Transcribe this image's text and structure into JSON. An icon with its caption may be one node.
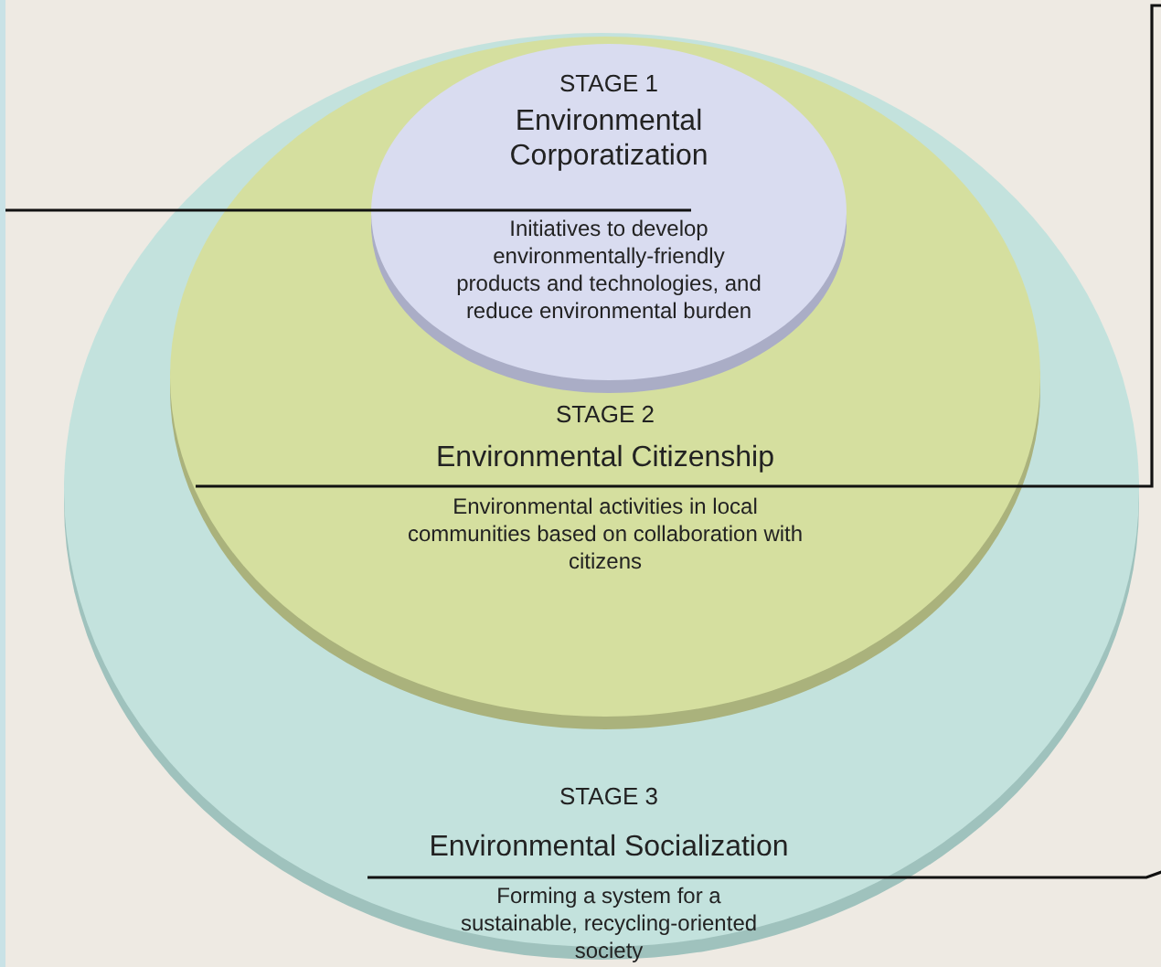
{
  "diagram": {
    "nodes": [
      {
        "text": [
          "STAGE 3",
          "Environmental Socialization",
          "Forming a system for a sustainable, recycling-oriented society"
        ]
      },
      {
        "text": [
          "STAGE 2",
          "Environmental Citizenship",
          "Environmental activities in local communities based on collaboration with citizens"
        ],
        "in": 0
      },
      {
        "text": [
          "STAGE 1",
          "Environmental Corporatization",
          "Initiatives to develop environmentally-friendly products and technologies, and reduce environmental burden"
        ],
        "in": 1
      }
    ],
    "edges": [
      {
        "from": 2,
        "to": null,
        "arrow": "none"
      },
      {
        "from": 1,
        "to": null,
        "arrow": "none"
      },
      {
        "from": 0,
        "to": null,
        "arrow": "none"
      }
    ]
  }
}
